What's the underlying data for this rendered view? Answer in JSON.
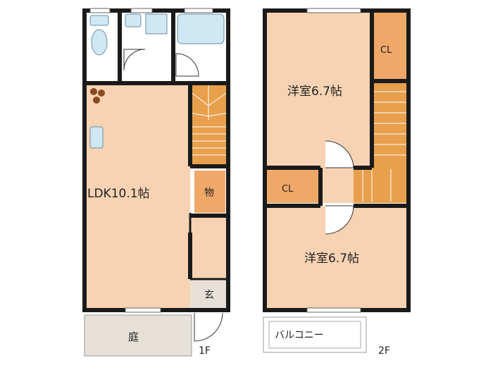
{
  "floor1": {
    "label": "1F",
    "rooms": {
      "ldk": "LDK10.1帖",
      "storage": "物",
      "entrance": "玄",
      "garden": "庭"
    }
  },
  "floor2": {
    "label": "2F",
    "rooms": {
      "bedroom_upper": "洋室6.7帖",
      "bedroom_lower": "洋室6.7帖",
      "closet_upper": "CL",
      "closet_lower": "CL",
      "balcony": "バルコニー"
    }
  },
  "colors": {
    "room": "#f7d3b3",
    "wet_area": "#ffffff",
    "closet": "#f0a868",
    "stair": "#e8a04c",
    "wall": "#1a1a1a",
    "garden": "#e6e1d8",
    "fixture": "#cfe8f4"
  }
}
